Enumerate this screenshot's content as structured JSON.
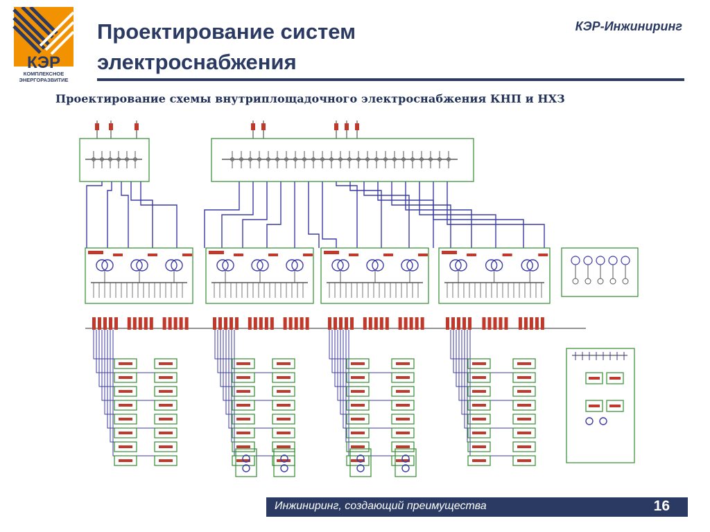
{
  "logo": {
    "letters": "КЭР",
    "line1": "КОМПЛЕКСНОЕ",
    "line2": "ЭНЕРГОРАЗВИТИЕ",
    "colors": {
      "navy": "#2b3a62",
      "orange": "#f29200"
    }
  },
  "header": {
    "title_line1": "Проектирование систем",
    "title_line2": "электроснабжения",
    "brand": "КЭР-Инжиниринг"
  },
  "slide": {
    "subtitle": "Проектирование схемы внутриплощадочного электроснабжения КНП и НХЗ"
  },
  "diagram": {
    "icon": "electrical-single-line-schematic",
    "colors": {
      "frame": "#2e8b2e",
      "wire": "#3a3aa6",
      "device": "#c0392b",
      "bus": "#555555"
    }
  },
  "footer": {
    "tagline": "Инжиниринг, создающий преимущества",
    "page_number": "16"
  }
}
